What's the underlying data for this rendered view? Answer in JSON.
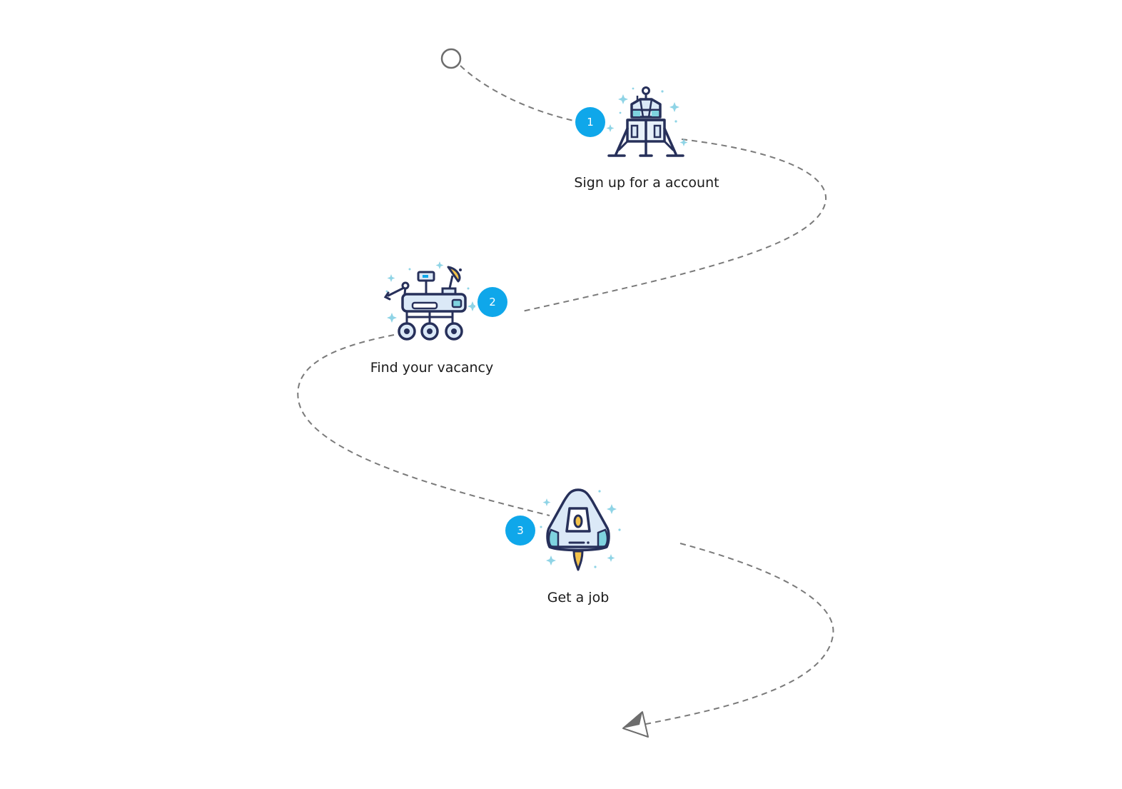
{
  "colors": {
    "accent": "#0fa7ea",
    "icon_stroke": "#27305a",
    "icon_fill_light": "#dbe9f7",
    "icon_fill_teal": "#7fd3df",
    "path_dash": "#7a7a7a",
    "flame": "#f3c24a"
  },
  "steps": [
    {
      "number": "1",
      "label": "Sign up for a account",
      "icon": "lunar-lander-icon"
    },
    {
      "number": "2",
      "label": "Find your vacancy",
      "icon": "rover-icon"
    },
    {
      "number": "3",
      "label": "Get a job",
      "icon": "space-capsule-icon"
    }
  ],
  "path": {
    "start_marker": "circle-start-icon",
    "end_marker": "paper-plane-icon"
  }
}
